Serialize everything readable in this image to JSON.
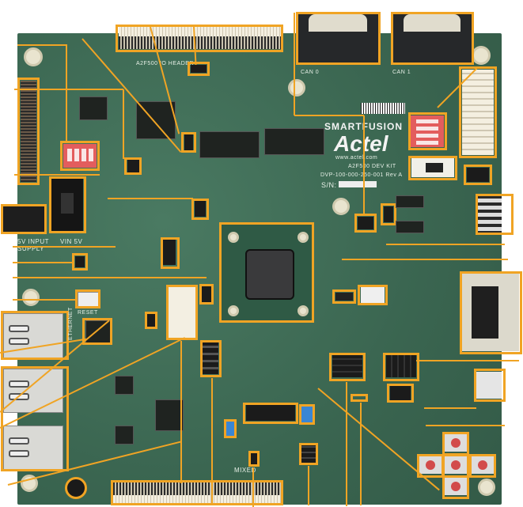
{
  "board": {
    "brand": "SMARTFUSION",
    "manufacturer": "Actel",
    "website": "www.actel.com",
    "kit_name": "A2F500 DEV KIT",
    "part_number": "DVP-100-000-250-001 Rev A",
    "serial_label": "S/N:",
    "silkscreen": {
      "header_label": "A2F500 IO HEADER",
      "power_input": "5V INPUT SUPPLY",
      "vin_label": "VIN 5V",
      "reset_label": "RESET",
      "can0_label": "CAN 0",
      "can1_label": "CAN 1",
      "mixed_label": "MIXED",
      "ethernet_label": "ETHERNET"
    },
    "colors": {
      "pcb_green": "#3f6b55",
      "callout_orange": "#f0a424",
      "dip_switch_red": "#e35d5d",
      "button_red": "#d24b4b",
      "potentiometer_blue": "#3a86d4"
    }
  },
  "callouts": [
    {
      "name": "io-header-top"
    },
    {
      "name": "can0-connector"
    },
    {
      "name": "can1-connector"
    },
    {
      "name": "side-connector-left"
    },
    {
      "name": "dip-switch-left"
    },
    {
      "name": "dip-switch-right"
    },
    {
      "name": "power-jack"
    },
    {
      "name": "power-switch"
    },
    {
      "name": "fpga-socket"
    },
    {
      "name": "ethernet-port-1"
    },
    {
      "name": "ethernet-port-2"
    },
    {
      "name": "reset-button"
    },
    {
      "name": "db9-serial-connector"
    },
    {
      "name": "usb-connector"
    },
    {
      "name": "directional-buttons"
    },
    {
      "name": "io-header-bottom"
    },
    {
      "name": "potentiometer"
    },
    {
      "name": "slide-switch"
    },
    {
      "name": "header-connector-right"
    }
  ]
}
